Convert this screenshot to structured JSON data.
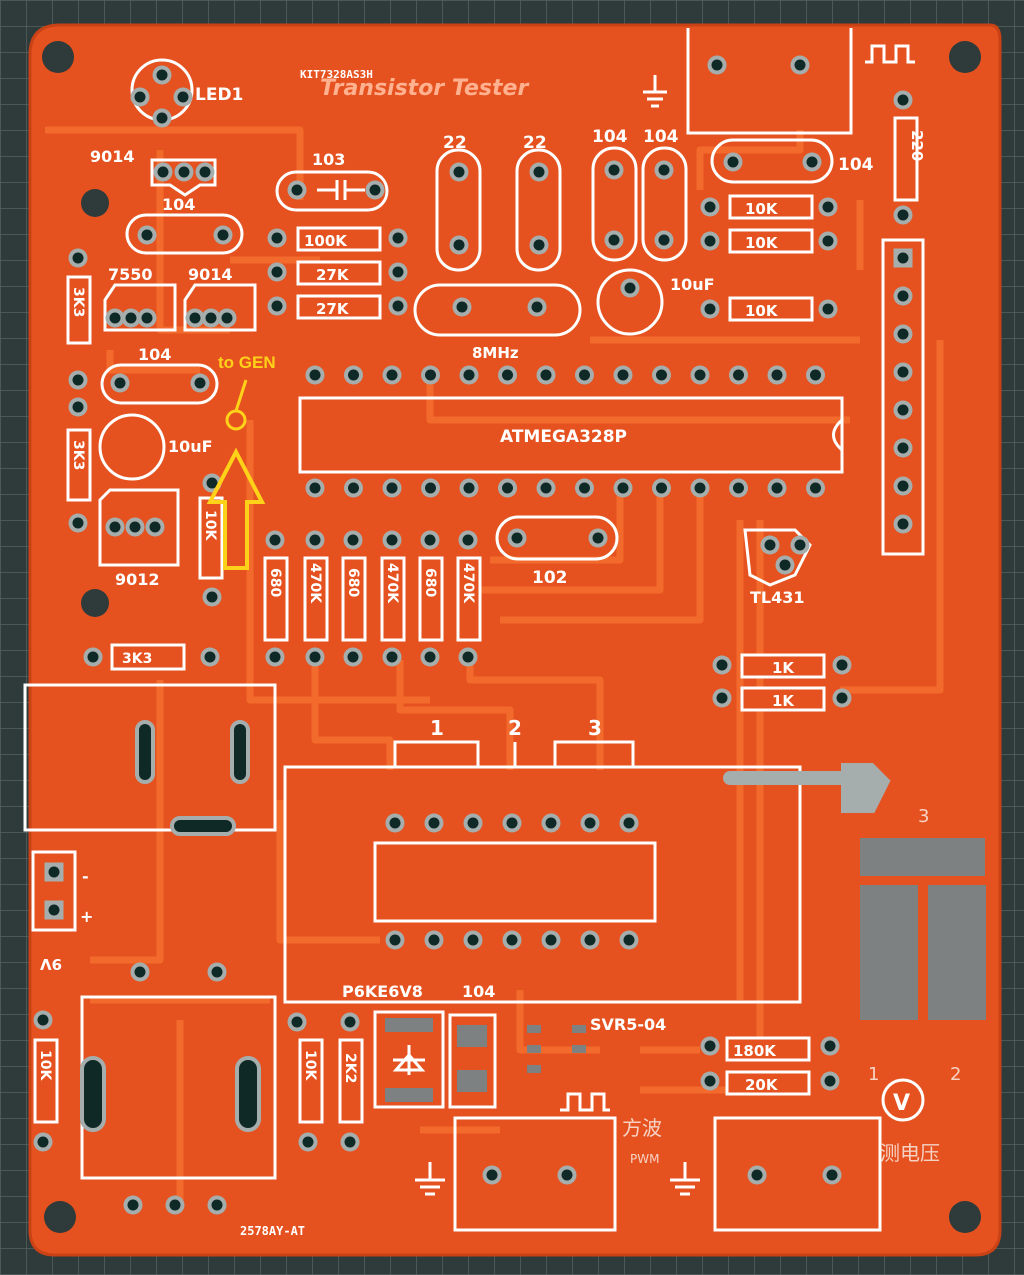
{
  "board": {
    "title": "Transistor Tester",
    "model_code": "KIT7328AS3H",
    "board_code": "2578AY-AT",
    "colors": {
      "substrate": "#e5521f",
      "substrate_edge": "#c94216",
      "trace": "#f26a2c",
      "silkscreen": "#ffffff",
      "pad": "#9aa2a2",
      "hole": "#0f2a26",
      "annotation": "#ffd21a",
      "mat": "#2f3a3a"
    }
  },
  "annotation": {
    "label": "to GEN",
    "arrow_icon": "up-arrow-icon"
  },
  "components": {
    "led1": "LED1",
    "q9014a": "9014",
    "q9014b": "9014",
    "q7550": "7550",
    "q9012": "9012",
    "cap104_a": "104",
    "cap104_b": "104",
    "cap103": "103",
    "r100k": "100K",
    "r27k_a": "27K",
    "r27k_b": "27K",
    "cap22_a": "22",
    "cap22_b": "22",
    "cap104_c": "104",
    "cap104_d": "104",
    "cap104_e": "104",
    "r10k_a": "10K",
    "r10k_b": "10K",
    "r10k_c": "10K",
    "r220": "220",
    "c10uf_a": "10uF",
    "c10uf_b": "10uF",
    "crystal": "8MHz",
    "mcu": "ATMEGA328P",
    "r3k3_a": "3K3",
    "r3k3_b": "3K3",
    "r3k3_c": "3K3",
    "r10k_d": "10K",
    "cap102": "102",
    "tl431": "TL431",
    "r680_a": "680",
    "r470k_a": "470K",
    "r680_b": "680",
    "r470k_b": "470K",
    "r680_c": "680",
    "r470k_c": "470K",
    "r1k_a": "1K",
    "r1k_b": "1K",
    "pin1": "1",
    "pin2": "2",
    "pin3": "3",
    "pad3": "3",
    "pad1": "1",
    "pad2": "2",
    "supply_minus": "-",
    "supply_plus": "+",
    "supply_v": "9V",
    "tvs": "P6KE6V8",
    "cap104_smd": "104",
    "svr": "SVR5-04",
    "r10k_e": "10K",
    "r10k_f": "10K",
    "r2k2": "2K2",
    "r180k": "180K",
    "r20k": "20K",
    "square_wave_cn": "方波",
    "pwm": "PWM",
    "volt_meter_cn": "测电压",
    "volt_symbol": "V"
  }
}
